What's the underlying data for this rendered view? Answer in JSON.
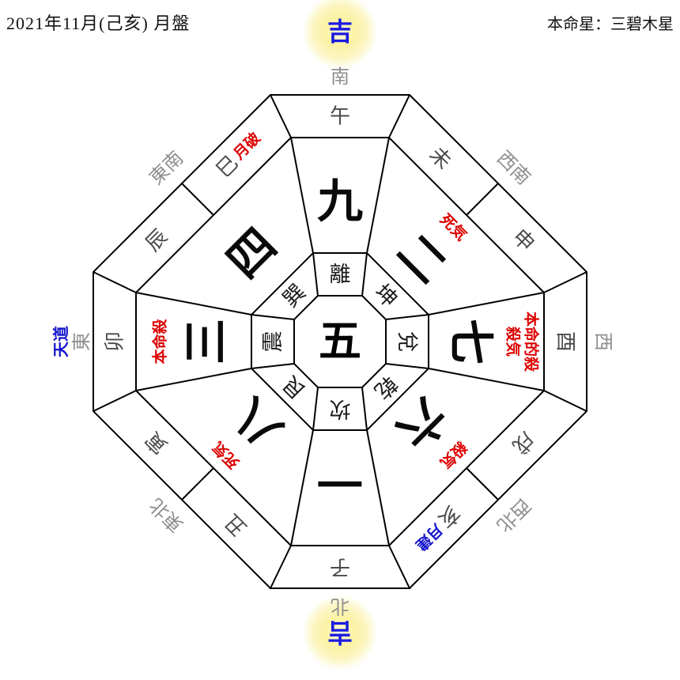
{
  "header": {
    "title": "2021年11月(己亥) 月盤",
    "honmei_label": "本命星：三碧木星"
  },
  "luck_marks": {
    "top": "吉",
    "bottom": "吉"
  },
  "center_star": "五",
  "sectors": [
    {
      "dir": "南",
      "number": "九",
      "trigram": "離",
      "ann1": "",
      "ann2": ""
    },
    {
      "dir": "西南",
      "number": "二",
      "trigram": "坤",
      "ann1": "死気",
      "ann2": ""
    },
    {
      "dir": "西",
      "number": "七",
      "trigram": "兌",
      "ann1": "本命的殺",
      "ann2": "殺気"
    },
    {
      "dir": "西北",
      "number": "六",
      "trigram": "乾",
      "ann1": "殺気",
      "ann2": ""
    },
    {
      "dir": "北",
      "number": "一",
      "trigram": "坎",
      "ann1": "",
      "ann2": ""
    },
    {
      "dir": "東北",
      "number": "八",
      "trigram": "艮",
      "ann1": "死気",
      "ann2": ""
    },
    {
      "dir": "東",
      "number": "三",
      "trigram": "震",
      "ann1": "本命殺",
      "ann2": ""
    },
    {
      "dir": "東南",
      "number": "四",
      "trigram": "巽",
      "ann1": "",
      "ann2": ""
    }
  ],
  "branches": [
    {
      "label": "午"
    },
    {
      "label": "未"
    },
    {
      "label": "申"
    },
    {
      "label": "酉"
    },
    {
      "label": "戌"
    },
    {
      "label": "亥",
      "badge": "月建"
    },
    {
      "label": "子"
    },
    {
      "label": "丑"
    },
    {
      "label": "寅"
    },
    {
      "label": "卯"
    },
    {
      "label": "辰"
    },
    {
      "label": "巳",
      "badge": "月破"
    }
  ],
  "badges": {
    "tendo": "天道"
  },
  "colors": {
    "annotation_red": "#dd0000",
    "badge_blue": "#1414cc",
    "luck_blue": "#1a1ae0",
    "glow_yellow": "#faf0a0",
    "direction_gray": "#8f8f8f",
    "line_black": "#000000"
  }
}
